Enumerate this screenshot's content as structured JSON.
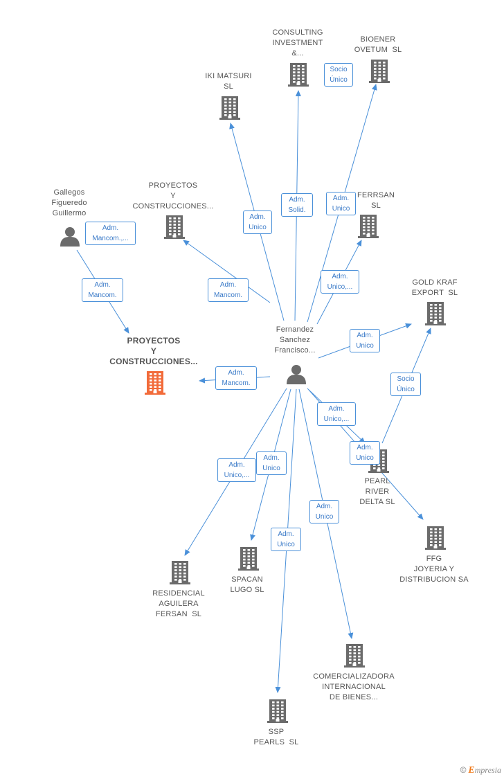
{
  "center": {
    "lines": [
      "Fernandez",
      "Sanchez",
      "Francisco..."
    ]
  },
  "nodes": [
    {
      "id": "consulting",
      "kind": "company",
      "lines": [
        "CONSULTING",
        "INVESTMENT",
        "&..."
      ]
    },
    {
      "id": "bioener",
      "kind": "company",
      "lines": [
        "BIOENER",
        "OVETUM  SL"
      ]
    },
    {
      "id": "iki",
      "kind": "company",
      "lines": [
        "IKI MATSURI",
        "SL"
      ]
    },
    {
      "id": "proyectos_top",
      "kind": "company",
      "lines": [
        "PROYECTOS",
        "Y",
        "CONSTRUCCIONES..."
      ]
    },
    {
      "id": "gallegos",
      "kind": "person",
      "lines": [
        "Gallegos",
        "Figueredo",
        "Guillermo"
      ]
    },
    {
      "id": "ferrsan",
      "kind": "company",
      "lines": [
        "FERRSAN",
        "SL"
      ]
    },
    {
      "id": "goldkraf",
      "kind": "company",
      "lines": [
        "GOLD KRAF",
        "EXPORT  SL"
      ]
    },
    {
      "id": "proyectos_main",
      "kind": "company-focus",
      "lines": [
        "PROYECTOS",
        "Y",
        "CONSTRUCCIONES..."
      ]
    },
    {
      "id": "pearl",
      "kind": "company",
      "lines": [
        "PEARL",
        "RIVER",
        "DELTA SL"
      ]
    },
    {
      "id": "ffg",
      "kind": "company",
      "lines": [
        "FFG",
        "JOYERIA Y",
        "DISTRIBUCION SA"
      ]
    },
    {
      "id": "residencial",
      "kind": "company",
      "lines": [
        "RESIDENCIAL",
        "AGUILERA",
        "FERSAN  SL"
      ]
    },
    {
      "id": "spacan",
      "kind": "company",
      "lines": [
        "SPACAN",
        "LUGO SL"
      ]
    },
    {
      "id": "comercializadora",
      "kind": "company",
      "lines": [
        "COMERCIALIZADORA",
        "INTERNACIONAL",
        "DE BIENES..."
      ]
    },
    {
      "id": "ssp",
      "kind": "company",
      "lines": [
        "SSP",
        "PEARLS  SL"
      ]
    }
  ],
  "relations": [
    {
      "id": "r_socio_bioener",
      "lines": [
        "Socio",
        "Único"
      ]
    },
    {
      "id": "r_gallegos",
      "lines": [
        "Adm.",
        "Mancom.,..."
      ]
    },
    {
      "id": "r_iki",
      "lines": [
        "Adm.",
        "Unico"
      ]
    },
    {
      "id": "r_consulting",
      "lines": [
        "Adm.",
        "Solid."
      ]
    },
    {
      "id": "r_bioener",
      "lines": [
        "Adm.",
        "Unico"
      ]
    },
    {
      "id": "r_proy_top",
      "lines": [
        "Adm.",
        "Mancom."
      ]
    },
    {
      "id": "r_gallegos_main",
      "lines": [
        "Adm.",
        "Mancom."
      ]
    },
    {
      "id": "r_ferrsan",
      "lines": [
        "Adm.",
        "Unico,..."
      ]
    },
    {
      "id": "r_goldkraf",
      "lines": [
        "Adm.",
        "Unico"
      ]
    },
    {
      "id": "r_proy_main",
      "lines": [
        "Adm.",
        "Mancom."
      ]
    },
    {
      "id": "r_socio_gold",
      "lines": [
        "Socio",
        "Único"
      ]
    },
    {
      "id": "r_pearl",
      "lines": [
        "Adm.",
        "Unico,..."
      ]
    },
    {
      "id": "r_ffg",
      "lines": [
        "Adm.",
        "Unico"
      ]
    },
    {
      "id": "r_residencial",
      "lines": [
        "Adm.",
        "Unico,..."
      ]
    },
    {
      "id": "r_spacan",
      "lines": [
        "Adm.",
        "Unico"
      ]
    },
    {
      "id": "r_comercializadora",
      "lines": [
        "Adm.",
        "Unico"
      ]
    },
    {
      "id": "r_ssp",
      "lines": [
        "Adm.",
        "Unico"
      ]
    }
  ],
  "colors": {
    "edge": "#4a90d9",
    "company": "#6b6b6b",
    "focus": "#f26b3a",
    "person": "#6b6b6b"
  },
  "brand": {
    "copyright": "©",
    "initial": "E",
    "rest": "mpresia"
  }
}
